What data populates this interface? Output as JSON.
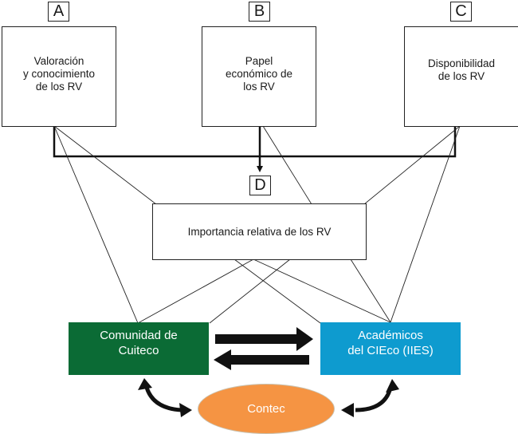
{
  "diagram": {
    "labels": {
      "a": "A",
      "b": "B",
      "c": "C",
      "d": "D"
    },
    "boxes": {
      "a": "Valoración\ny conocimiento\nde los RV",
      "b": "Papel\neconómico de\nlos RV",
      "c": "Disponibilidad\nde los RV",
      "importance": "Importancia relativa de los RV"
    },
    "actors": {
      "community": {
        "label": "Comunidad de\nCuiteco",
        "color": "#0b6b35"
      },
      "academics": {
        "label": "Académicos\ndel CIEco (IIES)",
        "color": "#0e9bcf"
      },
      "contec": {
        "label": "Contec",
        "color": "#f59443",
        "border": "#c9c2b0"
      }
    },
    "line_color": "#1a1a1a"
  }
}
